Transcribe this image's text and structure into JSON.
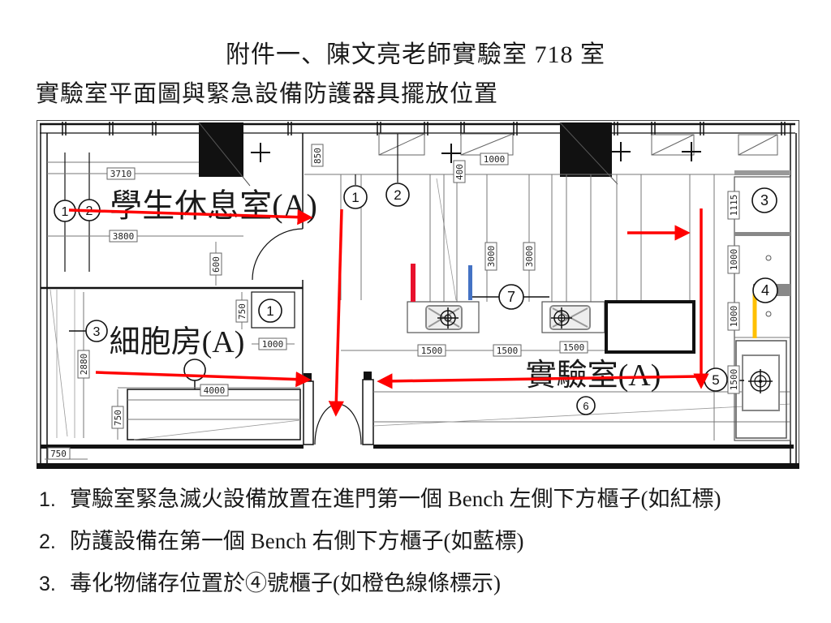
{
  "header": {
    "title": "附件一、陳文亮老師實驗室 718 室",
    "subtitle": "實驗室平面圖與緊急設備防護器具擺放位置"
  },
  "notes": [
    {
      "num": "1.",
      "text": "實驗室緊急滅火設備放置在進門第一個 Bench 左側下方櫃子(如紅標)"
    },
    {
      "num": "2.",
      "text": "防護設備在第一個 Bench 右側下方櫃子(如藍標)"
    },
    {
      "num": "3.",
      "text": "毒化物儲存位置於④號櫃子(如橙色線條標示)"
    }
  ],
  "plan": {
    "rooms": {
      "rest": "學生休息室(A)",
      "cell": "細胞房(A)",
      "lab": "實驗室(A)"
    },
    "circles": {
      "rest1": "1",
      "rest2": "2",
      "cell3": "3",
      "cell1": "1",
      "lab1": "1",
      "lab2": "2",
      "lab7": "7",
      "right3": "3",
      "right4": "4",
      "right5": "5",
      "lab6": "6"
    },
    "dims": {
      "d3710": "3710",
      "d3800": "3800",
      "d600": "600",
      "d850": "850",
      "d400": "400",
      "d1000top": "1000",
      "d1115": "1115",
      "d1000r1": "1000",
      "d1000r2": "1000",
      "d1500r": "1500",
      "d2880": "2880",
      "d750cell": "750",
      "d1000cell": "1000",
      "d4000": "4000",
      "d750bench": "750",
      "d750bottom": "750",
      "d1500b1": "1500",
      "d1500b2": "1500",
      "d1500b3": "1500",
      "d3000a": "3000",
      "d3000b": "3000"
    },
    "colors": {
      "route": "#FF0000",
      "fire": "#E8112D",
      "protection": "#4472C4",
      "toxic": "#FFC000"
    }
  }
}
